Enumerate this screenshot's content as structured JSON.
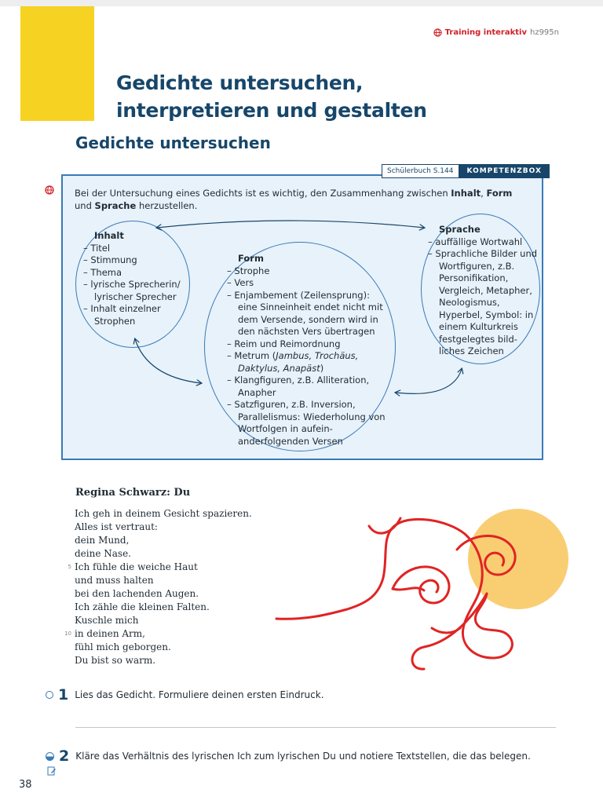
{
  "header": {
    "training_label": "Training interaktiv",
    "training_code": "hz995n"
  },
  "page": {
    "title_line1": "Gedichte untersuchen,",
    "title_line2": "interpretieren und gestalten",
    "subtitle": "Gedichte untersuchen",
    "page_number": "38"
  },
  "box": {
    "book_ref": "Schülerbuch S.144",
    "label": "KOMPETENZBOX",
    "intro_pre": "Bei der Untersuchung eines Gedichts ist es wichtig, den Zusammenhang zwischen ",
    "intro_b1": "Inhalt",
    "intro_sep": ", ",
    "intro_b2": "Form",
    "intro_mid": " und ",
    "intro_b3": "Sprache",
    "intro_post": " herzustellen.",
    "inhalt": {
      "title": "Inhalt",
      "items": [
        "Titel",
        "Stimmung",
        "Thema",
        "lyrische Sprecherin/ lyrischer Sprecher",
        "Inhalt einzelner Strophen"
      ]
    },
    "form": {
      "title": "Form",
      "items": [
        "Strophe",
        "Vers",
        "Enjambement (Zeilensprung): eine Sinneinheit endet nicht mit dem Versende, sondern wird in den nächsten Vers übertragen",
        "Reim und Reimordnung",
        "Klangfiguren, z.B. Alliteration, Anapher",
        "Satzfiguren, z.B. Inversion, Parallelismus: Wiederholung von Wortfolgen in aufein- anderfolgenden Versen"
      ],
      "metrum_pre": "Metrum (",
      "metrum_i1": "Jambus",
      "metrum_s1": ", ",
      "metrum_i2": "Trochäus",
      "metrum_s2": ", ",
      "metrum_i3": "Daktylus",
      "metrum_s3": ", ",
      "metrum_i4": "Anapäst",
      "metrum_post": ")"
    },
    "sprache": {
      "title": "Sprache",
      "items": [
        "auffällige Wortwahl",
        "Sprachliche Bilder und Wortfiguren, z.B. Personifikation, Vergleich, Metapher, Neologismus, Hyperbel, Symbol: in einem Kulturkreis festgelegtes bild- liches Zeichen"
      ]
    }
  },
  "poem": {
    "author_title": "Regina Schwarz: Du",
    "lines": [
      "Ich geh in deinem Gesicht spazieren.",
      "Alles ist vertraut:",
      "dein Mund,",
      "deine Nase.",
      "Ich fühle die weiche Haut",
      "und muss halten",
      "bei den lachenden Augen.",
      "Ich zähle die kleinen Falten.",
      "Kuschle mich",
      "in deinen Arm,",
      "fühl mich geborgen.",
      "Du bist so warm."
    ],
    "line_numbers": [
      "",
      "",
      "",
      "",
      "5",
      "",
      "",
      "",
      "",
      "10",
      "",
      ""
    ]
  },
  "tasks": [
    {
      "number": "1",
      "text": "Lies das Gedicht. Formuliere deinen ersten Eindruck."
    },
    {
      "number": "2",
      "text": "Kläre das Verhältnis des lyrischen Ich zum lyrischen Du und notiere Textstellen, die das belegen."
    }
  ],
  "icons": {
    "training": "globe-icon",
    "side": "globe-icon",
    "task1": "empty-circle-icon",
    "task2": "half-circle-icon",
    "note": "note-pencil-icon"
  },
  "colors": {
    "title_blue": "#17466a",
    "box_border": "#3a7ab5",
    "box_fill": "#e8f2fb",
    "accent_yellow": "#f6d222",
    "drawing_red": "#e02424",
    "sun_orange": "#f8c65a"
  }
}
